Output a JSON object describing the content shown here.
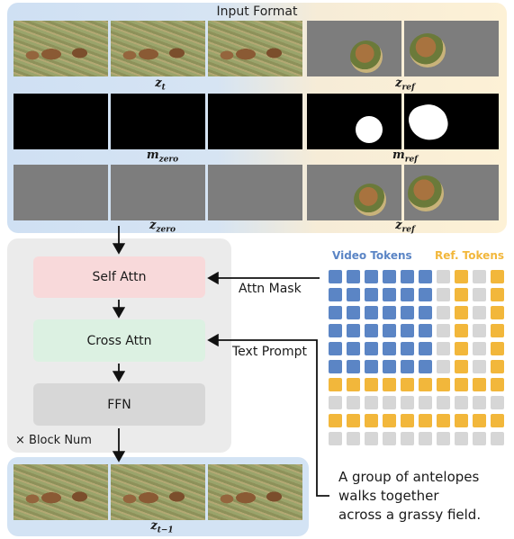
{
  "title": "Input Format",
  "labels": {
    "z_t": {
      "base": "z",
      "sub": "t"
    },
    "z_ref": {
      "base": "z",
      "sub": "ref"
    },
    "m_zero": {
      "base": "m",
      "sub": "zero"
    },
    "m_ref": {
      "base": "m",
      "sub": "ref"
    },
    "z_zero": {
      "base": "z",
      "sub": "zero"
    },
    "z_ref2": {
      "base": "z",
      "sub": "ref"
    },
    "z_t_minus_1": {
      "base": "z",
      "sub": "t−1"
    }
  },
  "blocks": {
    "self_attn": "Self Attn",
    "cross_attn": "Cross Attn",
    "ffn": "FFN",
    "block_num": "× Block Num"
  },
  "side_labels": {
    "attn_mask": "Attn Mask",
    "text_prompt": "Text Prompt"
  },
  "tokens": {
    "video_label": "Video Tokens",
    "ref_label": "Ref. Tokens",
    "colors": {
      "video": "#5b85c5",
      "ref": "#f2b73b",
      "empty": "#d6d6d6",
      "video_text": "#5b85c5",
      "ref_text": "#f2b73b"
    }
  },
  "prompt_lines": [
    "A group of antelopes",
    "walks together",
    "across a grassy field."
  ]
}
